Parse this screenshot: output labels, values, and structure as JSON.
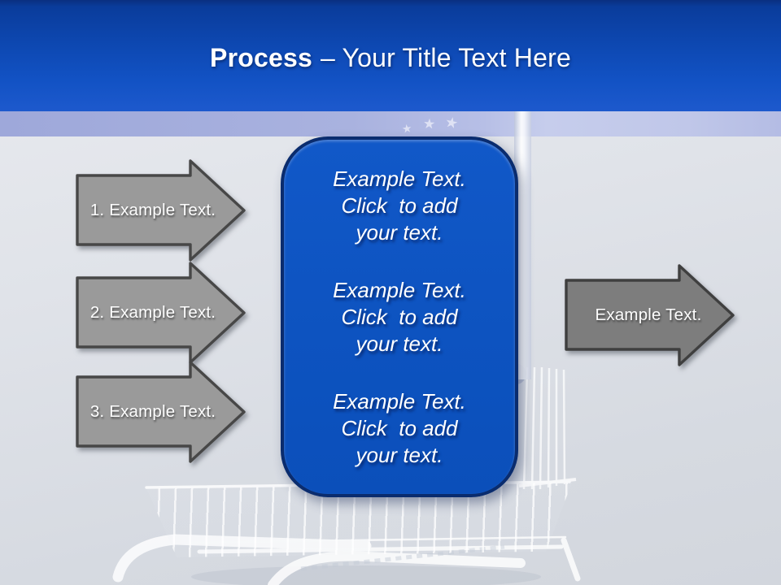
{
  "slide_title": {
    "bold": "Process",
    "rest": "– Your Title Text Here"
  },
  "steps": [
    {
      "label": "1. Example Text."
    },
    {
      "label": "2. Example Text."
    },
    {
      "label": "3. Example Text."
    }
  ],
  "result_arrow": {
    "label": "Example Text."
  },
  "center_panel": {
    "blocks": [
      {
        "text": "Example Text.\nClick  to add\nyour text."
      },
      {
        "text": "Example Text.\nClick  to add\nyour text."
      },
      {
        "text": "Example Text.\nClick  to add\nyour text."
      }
    ]
  },
  "icons": {
    "star": "★"
  },
  "colors": {
    "header_blue_top": "#0a3c9b",
    "header_blue_bottom": "#1d59cd",
    "panel_blue": "#0d53c0",
    "panel_border": "#0a2c6e",
    "step_arrow_gray": "#9a9a9a",
    "result_arrow_gray": "#7d7d7d",
    "arrow_border": "#474747",
    "flag_band_lavender": "#a9b2df",
    "background_gray": "#dde1e7"
  }
}
